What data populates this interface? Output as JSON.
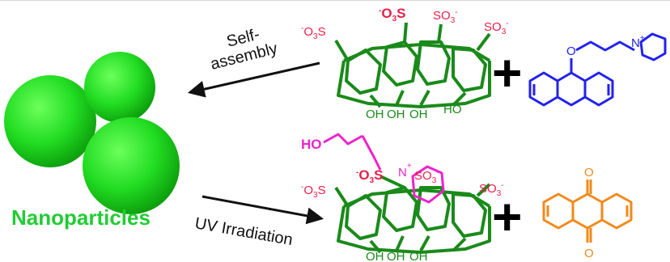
{
  "labels": {
    "self_assembly_line1": "Self-",
    "self_assembly_line2": "assembly",
    "uv_irradiation": "UV Irradiation",
    "nanoparticles": "Nanoparticles",
    "plus": "+"
  },
  "chem": {
    "so3": "SO",
    "so3_3": "3",
    "minus": "-",
    "o3s": "O",
    "o3s_3": "3",
    "o3s_s": "S",
    "oh": "OH",
    "ho": "HO",
    "o": "O",
    "n": "N",
    "n_plus": "+"
  },
  "colors": {
    "sphere": "#22dd22",
    "sphere_dark": "#0a8a0a",
    "calixarene": "#1a8a1a",
    "sulfonate": "#e8204a",
    "guest_blue": "#2222ee",
    "guest_magenta": "#ee22cc",
    "anthraquinone": "#f08a1a",
    "label_green": "#22cc33",
    "arrow": "#111111"
  }
}
